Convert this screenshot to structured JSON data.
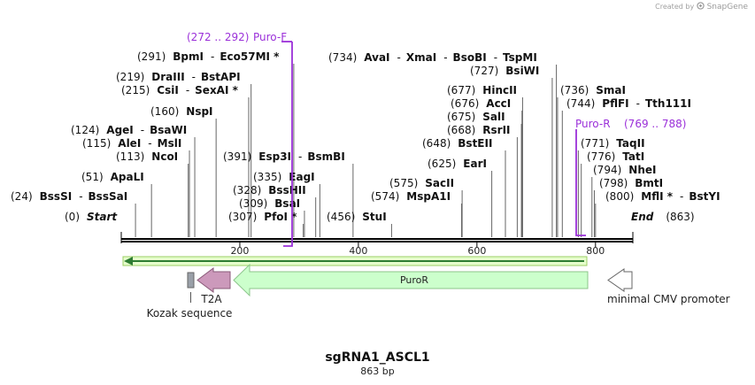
{
  "credit": {
    "created_by": "Created by",
    "brand": "SnapGene"
  },
  "title": "sgRNA1_ASCL1",
  "length_label": "863 bp",
  "sequence_length": 863,
  "ticks": [
    200,
    400,
    600,
    800
  ],
  "colors": {
    "primer": "#9b30d9",
    "puro_arrow": "#ccffcc",
    "t2a": "#cc99bb",
    "kozak": "#9aa0a8",
    "cmv": "#ffffff",
    "orf": "#6aa84f"
  },
  "primer_labels": [
    {
      "pos": "(272 .. 292)",
      "name": "Puro-F"
    },
    {
      "pos": "(769 .. 788)",
      "name": "Puro-R"
    }
  ],
  "sites": [
    {
      "pos": "(291)",
      "name": "BpmI",
      "extra": "Eco57MI *",
      "coord": 291,
      "cls": "row-a"
    },
    {
      "pos": "(219)",
      "name": "DraIII",
      "extra": "BstAPI",
      "coord": 219,
      "cls": "row-b"
    },
    {
      "pos": "(215)",
      "name": "CsiI",
      "extra": "SexAI *",
      "coord": 215,
      "cls": "row-c"
    },
    {
      "pos": "(160)",
      "name": "NspI",
      "extra": "",
      "coord": 160,
      "cls": "row-d"
    },
    {
      "pos": "(124)",
      "name": "AgeI",
      "extra": "BsaWI",
      "coord": 124,
      "cls": "row-e"
    },
    {
      "pos": "(115)",
      "name": "AleI",
      "extra": "MslI",
      "coord": 115,
      "cls": "row-f"
    },
    {
      "pos": "(113)",
      "name": "NcoI",
      "extra": "",
      "coord": 113,
      "cls": "row-g"
    },
    {
      "pos": "(51)",
      "name": "ApaLI",
      "extra": "",
      "coord": 51,
      "cls": "row-h"
    },
    {
      "pos": "(24)",
      "name": "BssSI",
      "extra": "BssSaI",
      "coord": 24,
      "cls": "row-i"
    },
    {
      "pos": "(0)",
      "name": "Start",
      "extra": "",
      "coord": 0,
      "cls": "row-j"
    },
    {
      "pos": "(391)",
      "name": "Esp3I",
      "extra": "BsmBI",
      "coord": 391,
      "cls": "row-k"
    },
    {
      "pos": "(335)",
      "name": "EagI",
      "extra": "",
      "coord": 335,
      "cls": "row-l"
    },
    {
      "pos": "(328)",
      "name": "BssHII",
      "extra": "",
      "coord": 328,
      "cls": "row-m"
    },
    {
      "pos": "(309)",
      "name": "BsaI",
      "extra": "",
      "coord": 309,
      "cls": "row-n"
    },
    {
      "pos": "(307)",
      "name": "PfoI *",
      "extra": "",
      "coord": 307,
      "cls": "row-o"
    },
    {
      "pos": "(456)",
      "name": "StuI",
      "extra": "",
      "coord": 456,
      "cls": "row-p"
    },
    {
      "pos": "(734)",
      "name": "AvaI",
      "extra": "XmaI",
      "extra2": "BsoBI",
      "extra3": "TspMI",
      "coord": 734,
      "cls": "row-q"
    },
    {
      "pos": "(727)",
      "name": "BsiWI",
      "extra": "",
      "coord": 727,
      "cls": "row-r"
    },
    {
      "pos": "(677)",
      "name": "HincII",
      "extra": "",
      "coord": 677,
      "cls": "row-s"
    },
    {
      "pos": "(676)",
      "name": "AccI",
      "extra": "",
      "coord": 676,
      "cls": "row-t"
    },
    {
      "pos": "(675)",
      "name": "SalI",
      "extra": "",
      "coord": 675,
      "cls": "row-u"
    },
    {
      "pos": "(668)",
      "name": "RsrII",
      "extra": "",
      "coord": 668,
      "cls": "row-v"
    },
    {
      "pos": "(648)",
      "name": "BstEII",
      "extra": "",
      "coord": 648,
      "cls": "row-w"
    },
    {
      "pos": "(625)",
      "name": "EarI",
      "extra": "",
      "coord": 625,
      "cls": "row-x"
    },
    {
      "pos": "(575)",
      "name": "SacII",
      "extra": "",
      "coord": 575,
      "cls": "row-y"
    },
    {
      "pos": "(574)",
      "name": "MspA1I",
      "extra": "",
      "coord": 574,
      "cls": "row-z"
    },
    {
      "pos": "(736)",
      "name": "SmaI",
      "extra": "",
      "coord": 736,
      "cls": "row-aa"
    },
    {
      "pos": "(744)",
      "name": "PflFI",
      "extra": "Tth111I",
      "coord": 744,
      "cls": "row-ab"
    },
    {
      "pos": "(771)",
      "name": "TaqII",
      "extra": "",
      "coord": 771,
      "cls": "row-ac"
    },
    {
      "pos": "(776)",
      "name": "TatI",
      "extra": "",
      "coord": 776,
      "cls": "row-ad"
    },
    {
      "pos": "(794)",
      "name": "NheI",
      "extra": "",
      "coord": 794,
      "cls": "row-ae"
    },
    {
      "pos": "(798)",
      "name": "BmtI",
      "extra": "",
      "coord": 798,
      "cls": "row-af"
    },
    {
      "pos": "(800)",
      "name": "MflI *",
      "extra": "BstYI",
      "coord": 800,
      "cls": "row-ag"
    },
    {
      "pos": "(863)",
      "name": "End",
      "extra": "",
      "coord": 863,
      "cls": "row-ah"
    }
  ],
  "features": [
    {
      "name": "PuroR",
      "start": 192,
      "end": 792,
      "direction": "reverse"
    },
    {
      "name": "T2A",
      "start": 129,
      "end": 183,
      "direction": "reverse"
    },
    {
      "name": "Kozak sequence",
      "start": 112,
      "end": 122,
      "direction": "none"
    },
    {
      "name": "minimal CMV promoter",
      "start": 820,
      "end": 863,
      "direction": "reverse"
    }
  ]
}
